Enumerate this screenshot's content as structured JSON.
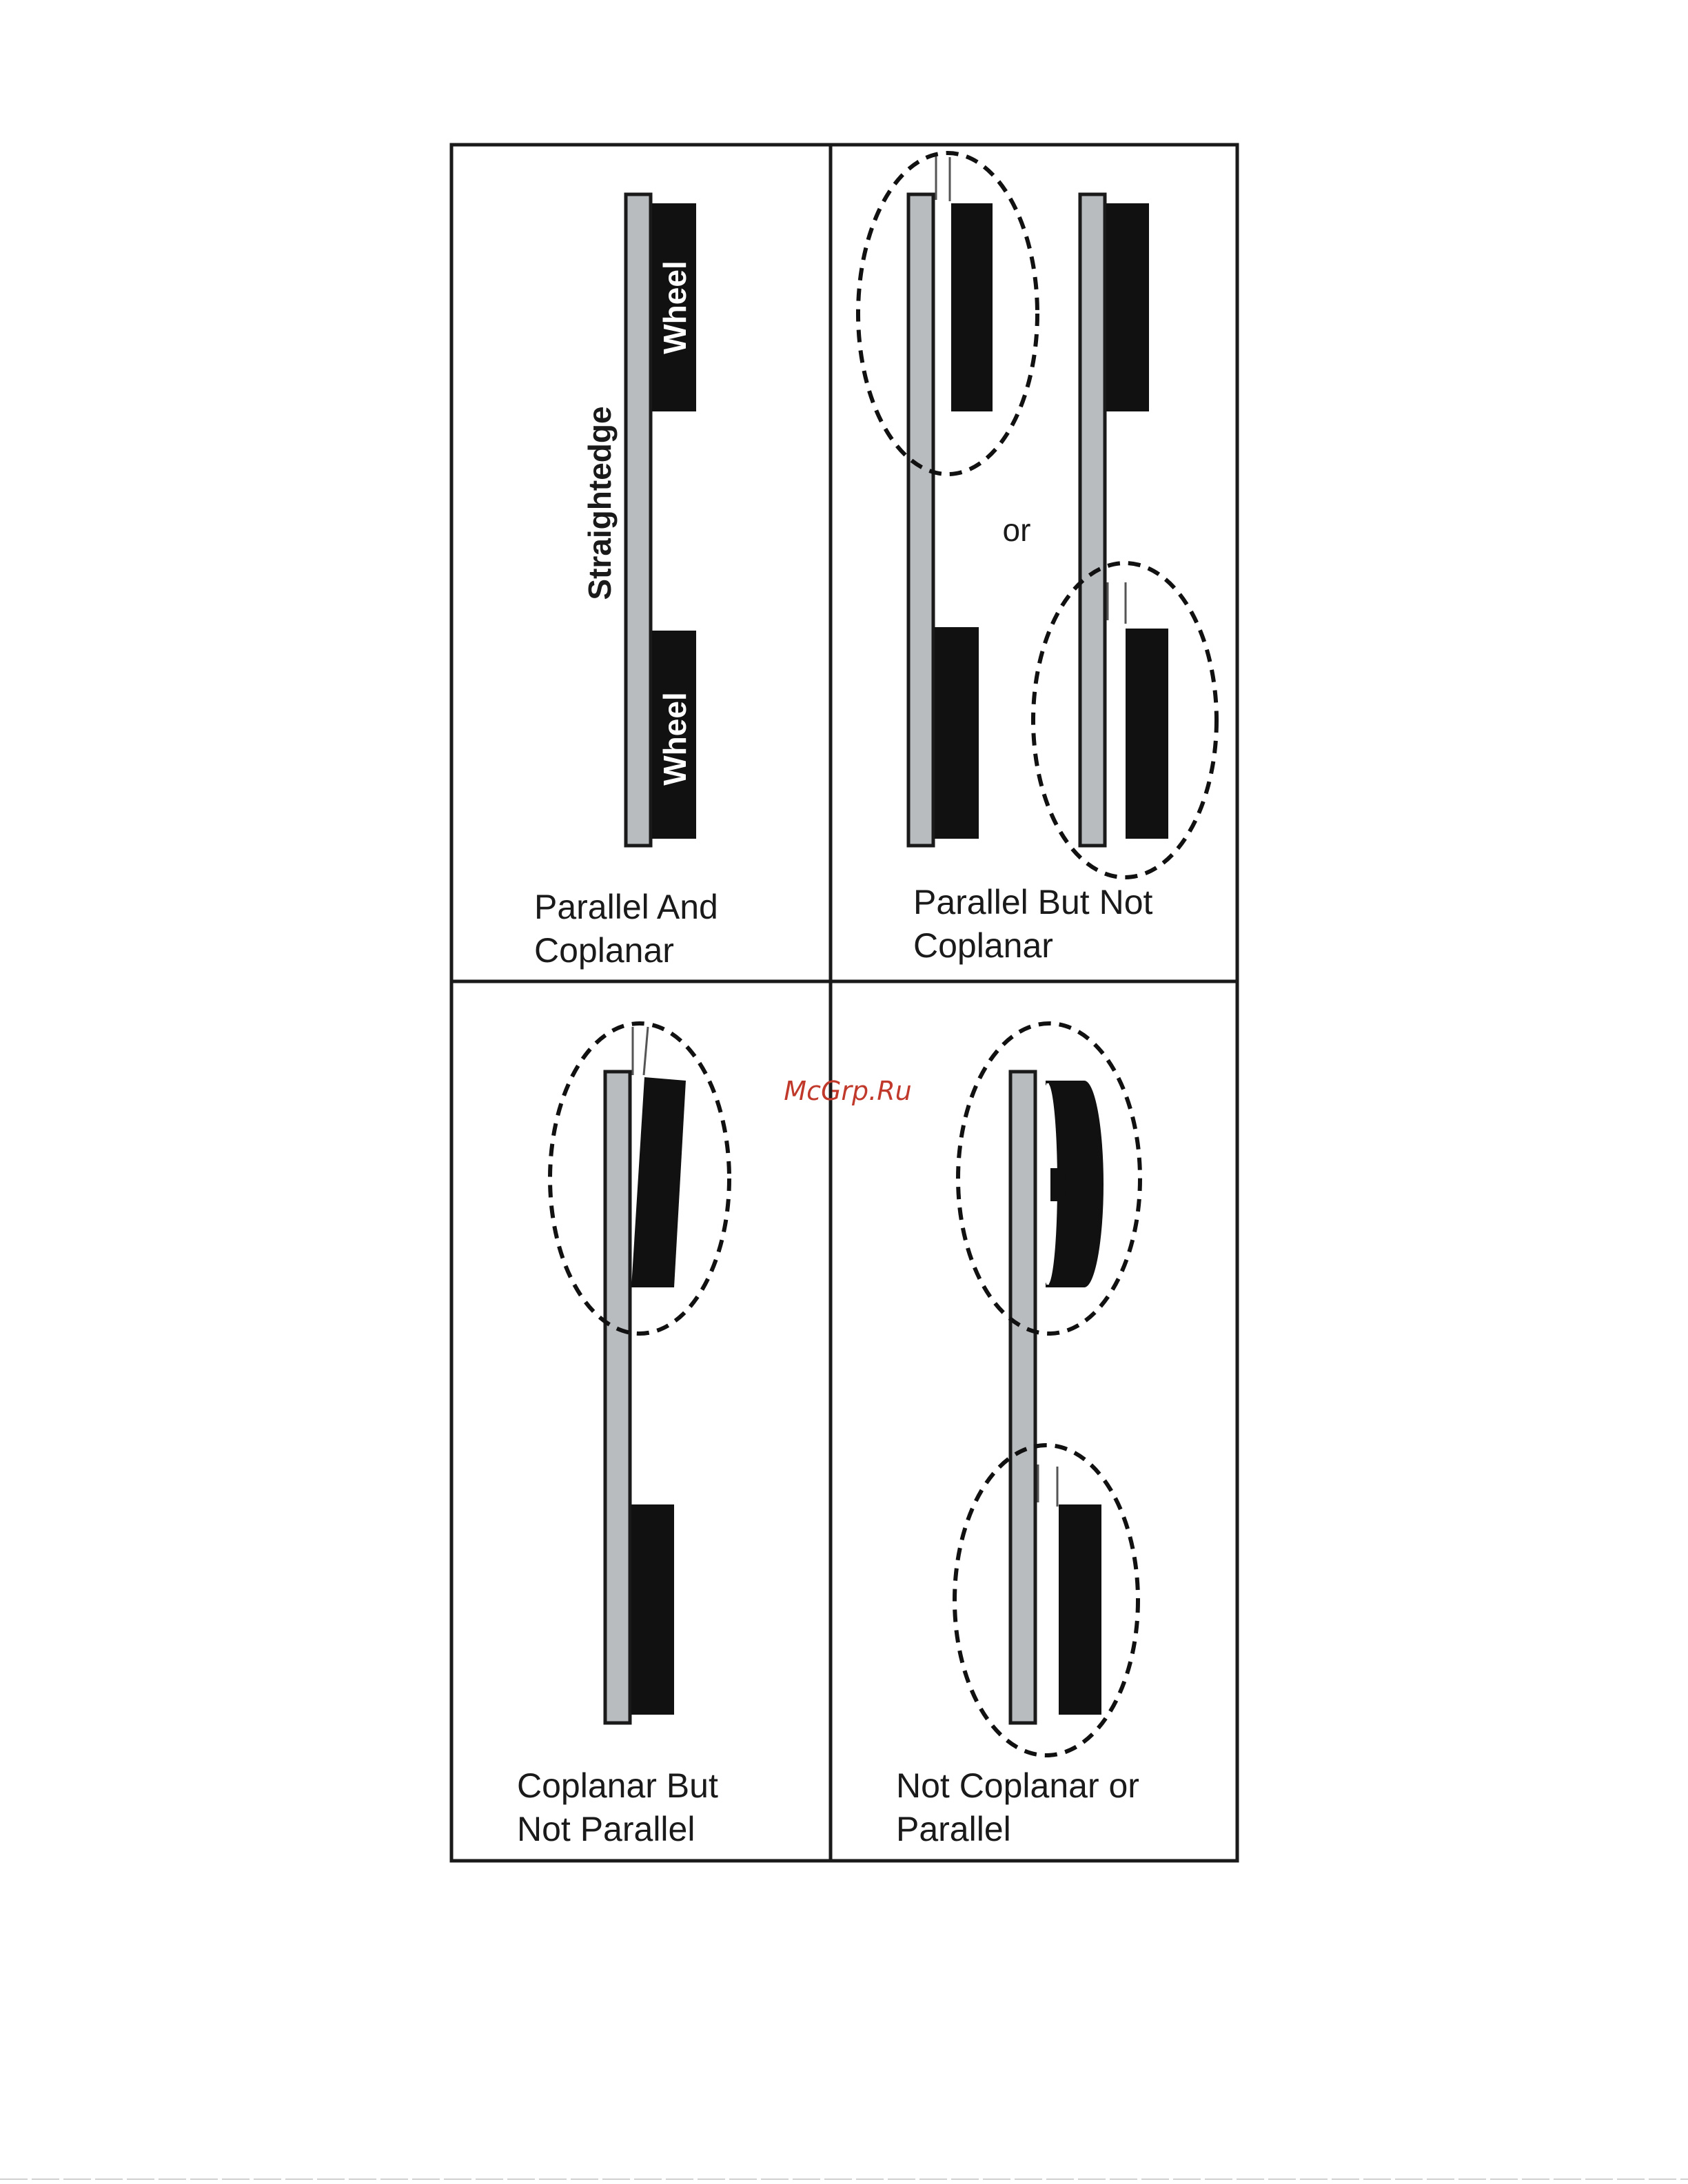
{
  "diagram": {
    "straightedge_label": "Straightedge",
    "wheel_label_top": "Wheel",
    "wheel_label_bottom": "Wheel",
    "or_label": "or",
    "panels": [
      {
        "caption_line1": "Parallel And",
        "caption_line2": "Coplanar"
      },
      {
        "caption_line1": "Parallel But Not",
        "caption_line2": "Coplanar"
      },
      {
        "caption_line1": "Coplanar But",
        "caption_line2": "Not Parallel"
      },
      {
        "caption_line1": "Not Coplanar or",
        "caption_line2": "Parallel"
      }
    ]
  },
  "watermark": "McGrp.Ru",
  "colors": {
    "straightedge": "#b9bcbf",
    "wheel": "#111111",
    "outline": "#1a1a1a",
    "watermark": "#c0392b"
  }
}
